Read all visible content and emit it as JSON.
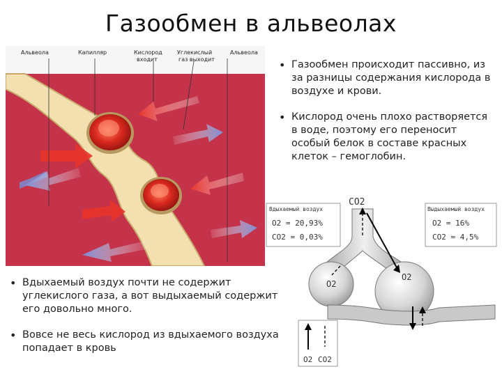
{
  "title": "Газообмен в альвеолах",
  "bullets_right": [
    "Газообмен происходит пассивно, из за разницы содержания кислорода в воздухе и крови.",
    "Кислород очень плохо растворяется в воде, поэтому его переносит особый белок в составе красных клеток – гемоглобин."
  ],
  "bullets_bottom": [
    "Вдыхаемый воздух почти не содержит углекислого газа, а вот выдыхаемый содержит его довольно много.",
    "Вовсе не весь кислород из вдыхаемого воздуха попадает в кровь"
  ],
  "figure_left": {
    "labels": {
      "alveola_left": "Альвеола",
      "capillary": "Капилляр",
      "oxygen_in_1": "Кислород",
      "oxygen_in_2": "входит",
      "co2_out_1": "Углекислый",
      "co2_out_2": "газ выходит",
      "alveola_right": "Альвеола"
    },
    "colors": {
      "tissue": "#c4334a",
      "capillary": "#f3e0b0",
      "cell": "#d8281e",
      "arrow_red": "#e8322a",
      "arrow_blue": "#7d8cd0"
    }
  },
  "figure_right": {
    "co2_top": "CO2",
    "inhaled": {
      "title": "Вдыхаемый воздух",
      "o2": "O2 = 20,93%",
      "co2": "CO2 = 0,03%"
    },
    "exhaled": {
      "title": "Выдыхаемый воздух",
      "o2": "O2 = 16%",
      "co2": "CO2 = 4,5%"
    },
    "bubble_o2": "O2",
    "legend_o2": "O2",
    "legend_co2": "CO2"
  }
}
